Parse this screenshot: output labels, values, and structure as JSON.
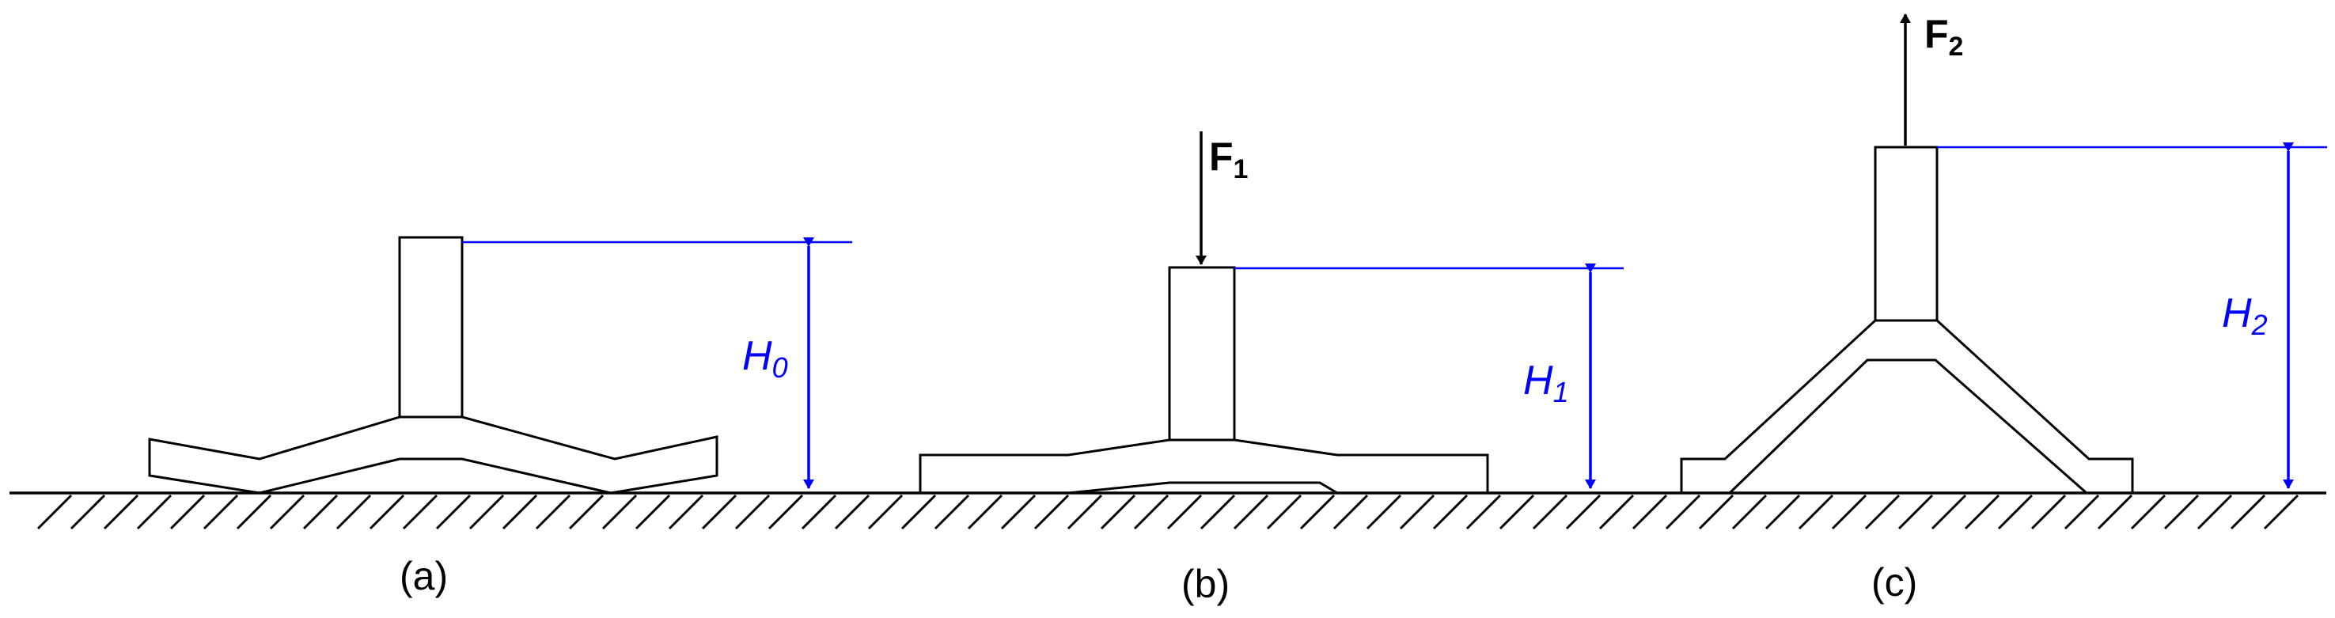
{
  "colors": {
    "outline": "#000000",
    "dimension": "#0000ff",
    "background": "#ffffff"
  },
  "panels": [
    {
      "caption": "(a)",
      "dimension": {
        "symbol": "H",
        "subscript": "0"
      }
    },
    {
      "caption": "(b)",
      "dimension": {
        "symbol": "H",
        "subscript": "1"
      },
      "force": {
        "symbol": "F",
        "subscript": "1",
        "direction": "down"
      }
    },
    {
      "caption": "(c)",
      "dimension": {
        "symbol": "H",
        "subscript": "2"
      },
      "force": {
        "symbol": "F",
        "subscript": "2",
        "direction": "up"
      }
    }
  ]
}
